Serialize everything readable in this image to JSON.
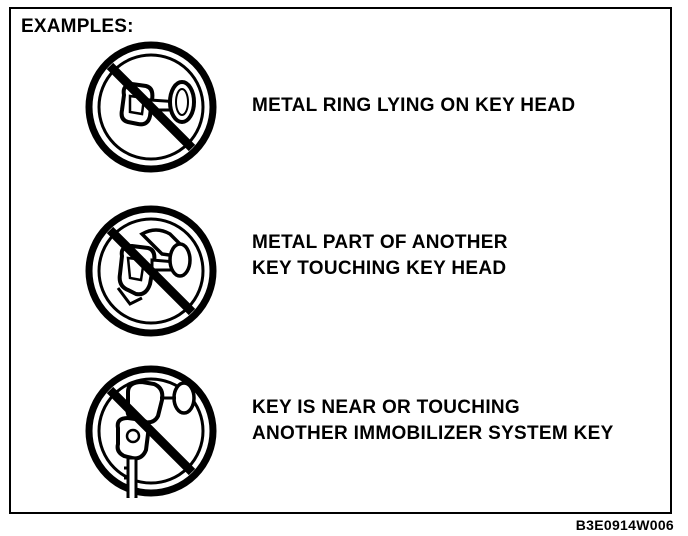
{
  "heading": "EXAMPLES:",
  "examples": [
    {
      "icon": "prohibited-metal-ring-key-icon",
      "lines": [
        "METAL RING LYING ON KEY HEAD"
      ]
    },
    {
      "icon": "prohibited-second-key-touching-icon",
      "lines": [
        "METAL PART OF ANOTHER",
        "KEY TOUCHING KEY HEAD"
      ]
    },
    {
      "icon": "prohibited-immobilizer-key-near-icon",
      "lines": [
        "KEY IS NEAR OR TOUCHING",
        "ANOTHER IMMOBILIZER SYSTEM KEY"
      ]
    }
  ],
  "figure_code": "B3E0914W006"
}
